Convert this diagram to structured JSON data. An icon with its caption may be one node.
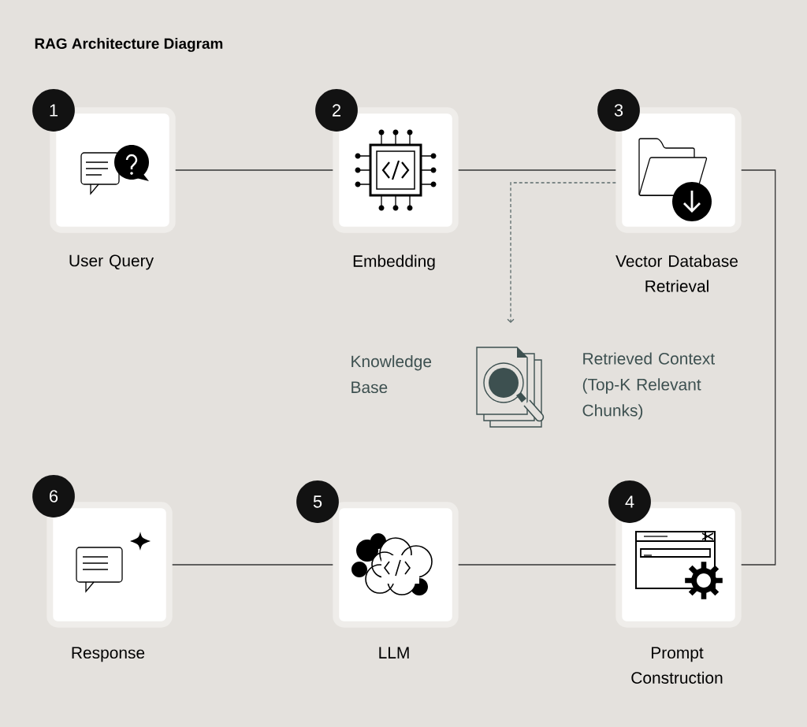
{
  "diagram": {
    "title": "RAG Architecture Diagram",
    "nodes": [
      {
        "text": [
          "1",
          "User Query"
        ]
      },
      {
        "text": [
          "2",
          "Embedding"
        ]
      },
      {
        "text": [
          "3",
          "Vector Database Retrieval"
        ]
      },
      {
        "text": [
          "4",
          "Prompt Construction"
        ]
      },
      {
        "text": [
          "5",
          "LLM"
        ]
      },
      {
        "text": [
          "6",
          "Response"
        ]
      },
      {
        "text": [],
        "shape": "picture",
        "beside": [
          "Knowledge Base",
          "Retrieved Context (Top-K Relevant Chunks)"
        ]
      }
    ],
    "edges": [
      {
        "from": 0,
        "to": 1,
        "arrow": "none"
      },
      {
        "from": 1,
        "to": 2,
        "arrow": "none"
      },
      {
        "from": 2,
        "to": 3,
        "arrow": "none"
      },
      {
        "from": 3,
        "to": 4,
        "arrow": "none"
      },
      {
        "from": 4,
        "to": 5,
        "arrow": "none"
      },
      {
        "from": 2,
        "to": 6,
        "arrow": "to",
        "style": "dashed",
        "color": "#5b6b6b"
      }
    ]
  }
}
